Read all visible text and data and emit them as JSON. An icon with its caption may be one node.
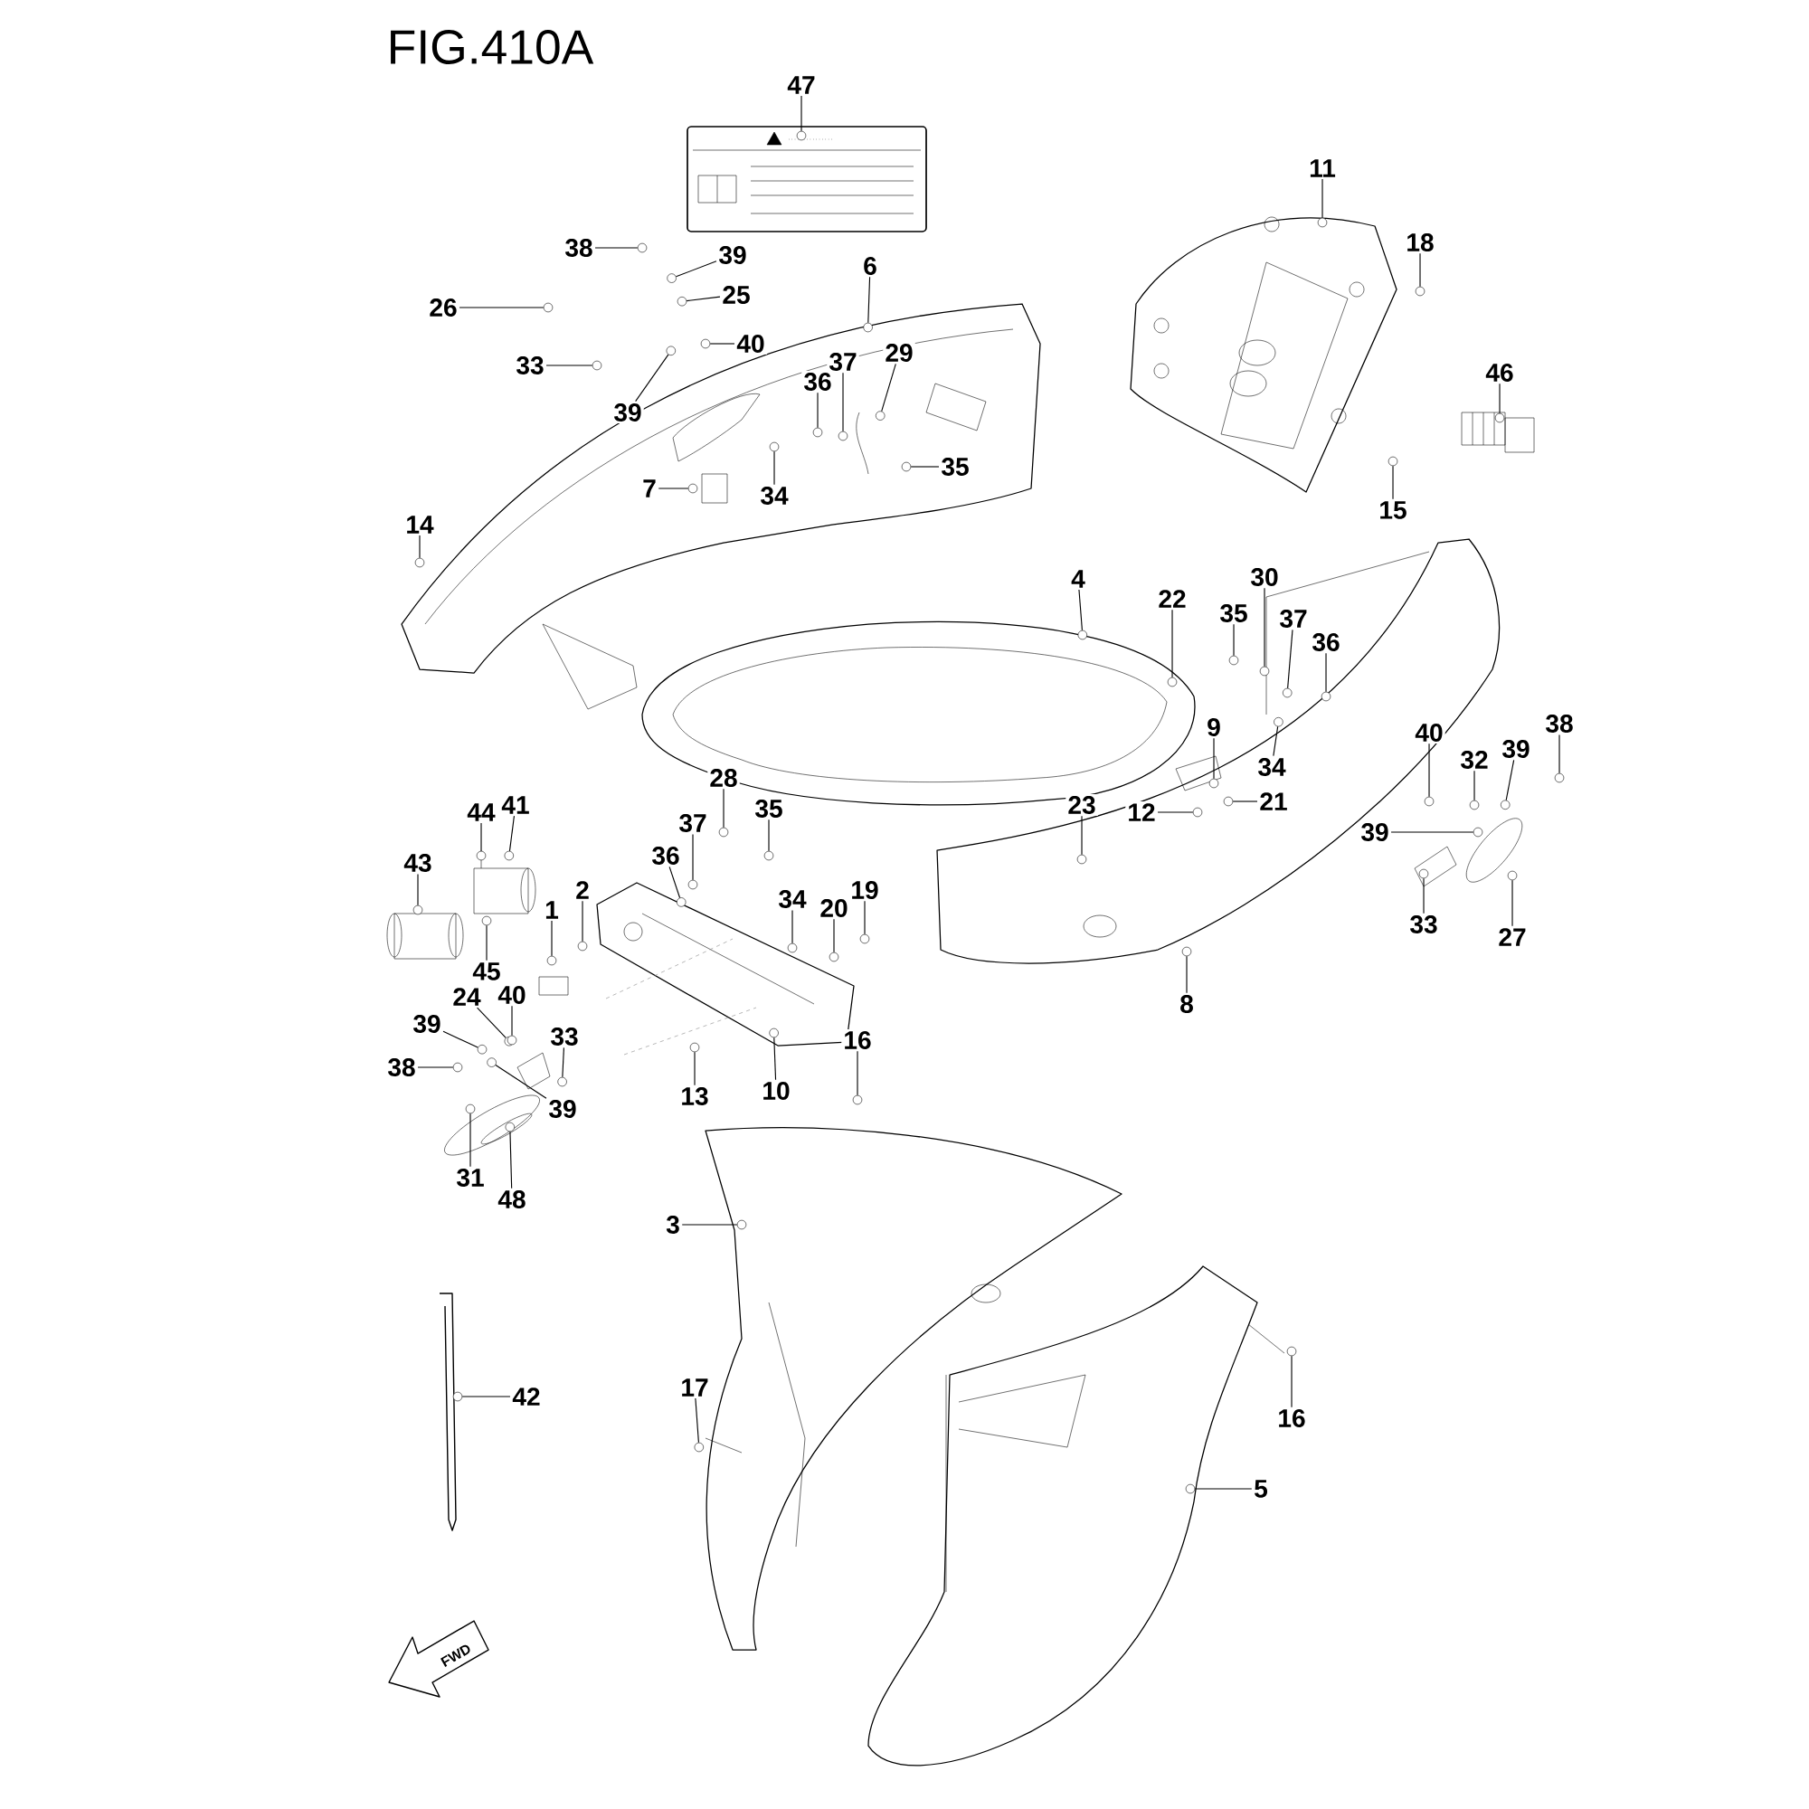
{
  "diagram": {
    "title": "FIG.410A",
    "nodes": [
      {
        "text": [
          "47"
        ]
      },
      {
        "text": [
          "38"
        ]
      },
      {
        "text": [
          "39"
        ]
      },
      {
        "text": [
          "26"
        ]
      },
      {
        "text": [
          "25"
        ]
      },
      {
        "text": [
          "40"
        ]
      },
      {
        "text": [
          "33"
        ]
      },
      {
        "text": [
          "39"
        ]
      },
      {
        "text": [
          "6"
        ]
      },
      {
        "text": [
          "36"
        ]
      },
      {
        "text": [
          "37"
        ]
      },
      {
        "text": [
          "29"
        ]
      },
      {
        "text": [
          "35"
        ]
      },
      {
        "text": [
          "34"
        ]
      },
      {
        "text": [
          "7"
        ]
      },
      {
        "text": [
          "14"
        ]
      },
      {
        "text": [
          "11"
        ]
      },
      {
        "text": [
          "18"
        ]
      },
      {
        "text": [
          "46"
        ]
      },
      {
        "text": [
          "15"
        ]
      },
      {
        "text": [
          "4"
        ]
      },
      {
        "text": [
          "22"
        ]
      },
      {
        "text": [
          "30"
        ]
      },
      {
        "text": [
          "35"
        ]
      },
      {
        "text": [
          "37"
        ]
      },
      {
        "text": [
          "36"
        ]
      },
      {
        "text": [
          "34"
        ]
      },
      {
        "text": [
          "9"
        ]
      },
      {
        "text": [
          "12"
        ]
      },
      {
        "text": [
          "21"
        ]
      },
      {
        "text": [
          "23"
        ]
      },
      {
        "text": [
          "40"
        ]
      },
      {
        "text": [
          "32"
        ]
      },
      {
        "text": [
          "39"
        ]
      },
      {
        "text": [
          "38"
        ]
      },
      {
        "text": [
          "39"
        ]
      },
      {
        "text": [
          "33"
        ]
      },
      {
        "text": [
          "27"
        ]
      },
      {
        "text": [
          "8"
        ]
      },
      {
        "text": [
          "44"
        ]
      },
      {
        "text": [
          "41"
        ]
      },
      {
        "text": [
          "43"
        ]
      },
      {
        "text": [
          "1"
        ]
      },
      {
        "text": [
          "2"
        ]
      },
      {
        "text": [
          "28"
        ]
      },
      {
        "text": [
          "35"
        ]
      },
      {
        "text": [
          "37"
        ]
      },
      {
        "text": [
          "36"
        ]
      },
      {
        "text": [
          "34"
        ]
      },
      {
        "text": [
          "20"
        ]
      },
      {
        "text": [
          "19"
        ]
      },
      {
        "text": [
          "45"
        ]
      },
      {
        "text": [
          "24"
        ]
      },
      {
        "text": [
          "40"
        ]
      },
      {
        "text": [
          "39"
        ]
      },
      {
        "text": [
          "38"
        ]
      },
      {
        "text": [
          "33"
        ]
      },
      {
        "text": [
          "39"
        ]
      },
      {
        "text": [
          "13"
        ]
      },
      {
        "text": [
          "10"
        ]
      },
      {
        "text": [
          "16"
        ]
      },
      {
        "text": [
          "31"
        ]
      },
      {
        "text": [
          "48"
        ]
      },
      {
        "text": [
          "3"
        ]
      },
      {
        "text": [
          "42"
        ]
      },
      {
        "text": [
          "17"
        ]
      },
      {
        "text": [
          "16"
        ]
      },
      {
        "text": [
          "5"
        ]
      },
      {
        "text": [],
        "shape": "circle"
      },
      {
        "text": [],
        "shape": "circle"
      },
      {
        "text": [],
        "shape": "circle"
      },
      {
        "text": [],
        "shape": "circle"
      },
      {
        "text": [],
        "shape": "circle"
      },
      {
        "text": [],
        "shape": "circle"
      },
      {
        "text": [],
        "shape": "circle"
      },
      {
        "text": [],
        "shape": "circle"
      },
      {
        "text": [],
        "shape": "circle"
      },
      {
        "text": [],
        "shape": "circle"
      },
      {
        "text": [],
        "shape": "circle"
      },
      {
        "text": [],
        "shape": "circle"
      },
      {
        "text": [],
        "shape": "circle"
      },
      {
        "text": [],
        "shape": "circle"
      },
      {
        "text": [],
        "shape": "circle"
      },
      {
        "text": [],
        "shape": "circle"
      },
      {
        "text": [],
        "shape": "circle"
      },
      {
        "text": [],
        "shape": "circle"
      },
      {
        "text": [],
        "shape": "circle"
      },
      {
        "text": [],
        "shape": "circle"
      },
      {
        "text": [],
        "shape": "circle"
      },
      {
        "text": [],
        "shape": "circle"
      },
      {
        "text": [],
        "shape": "circle"
      },
      {
        "text": [],
        "shape": "circle"
      },
      {
        "text": [],
        "shape": "circle"
      },
      {
        "text": [],
        "shape": "circle"
      },
      {
        "text": [],
        "shape": "circle"
      },
      {
        "text": [],
        "shape": "circle"
      },
      {
        "text": [],
        "shape": "circle"
      },
      {
        "text": [],
        "shape": "circle"
      },
      {
        "text": [],
        "shape": "circle"
      },
      {
        "text": [],
        "shape": "circle"
      },
      {
        "text": [],
        "shape": "circle"
      },
      {
        "text": [],
        "shape": "circle"
      },
      {
        "text": [],
        "shape": "circle"
      },
      {
        "text": [],
        "shape": "circle"
      },
      {
        "text": [],
        "shape": "circle"
      },
      {
        "text": [],
        "shape": "circle"
      },
      {
        "text": [],
        "shape": "circle"
      },
      {
        "text": [],
        "shape": "circle"
      },
      {
        "text": [],
        "shape": "circle"
      },
      {
        "text": [],
        "shape": "circle"
      },
      {
        "text": [],
        "shape": "circle"
      },
      {
        "text": [],
        "shape": "circle"
      },
      {
        "text": [],
        "shape": "circle"
      },
      {
        "text": [],
        "shape": "circle"
      },
      {
        "text": [],
        "shape": "circle"
      },
      {
        "text": [],
        "shape": "circle"
      },
      {
        "text": [],
        "shape": "circle"
      },
      {
        "text": [],
        "shape": "circle"
      },
      {
        "text": [],
        "shape": "circle"
      },
      {
        "text": [],
        "shape": "circle"
      },
      {
        "text": [],
        "shape": "circle"
      },
      {
        "text": [],
        "shape": "circle"
      },
      {
        "text": [],
        "shape": "circle"
      },
      {
        "text": [],
        "shape": "circle"
      },
      {
        "text": [],
        "shape": "circle"
      },
      {
        "text": [],
        "shape": "circle"
      },
      {
        "text": [],
        "shape": "circle"
      },
      {
        "text": [],
        "shape": "circle"
      },
      {
        "text": [],
        "shape": "circle"
      },
      {
        "text": [],
        "shape": "circle"
      },
      {
        "text": [],
        "shape": "circle"
      },
      {
        "text": [],
        "shape": "circle"
      },
      {
        "text": [],
        "shape": "circle"
      },
      {
        "text": [],
        "shape": "circle"
      },
      {
        "text": [],
        "shape": "circle"
      },
      {
        "text": [],
        "shape": "circle"
      }
    ],
    "edges": [
      {
        "from": 0,
        "to": 68,
        "arrow": "none"
      },
      {
        "from": 1,
        "to": 69,
        "arrow": "none"
      },
      {
        "from": 2,
        "to": 70,
        "arrow": "none"
      },
      {
        "from": 3,
        "to": 71,
        "arrow": "none"
      },
      {
        "from": 4,
        "to": 72,
        "arrow": "none"
      },
      {
        "from": 5,
        "to": 73,
        "arrow": "none"
      },
      {
        "from": 6,
        "to": 74,
        "arrow": "none"
      },
      {
        "from": 7,
        "to": 75,
        "arrow": "none"
      },
      {
        "from": 8,
        "to": 76,
        "arrow": "none"
      },
      {
        "from": 9,
        "to": 77,
        "arrow": "none"
      },
      {
        "from": 10,
        "to": 78,
        "arrow": "none"
      },
      {
        "from": 11,
        "to": 79,
        "arrow": "none"
      },
      {
        "from": 12,
        "to": 80,
        "arrow": "none"
      },
      {
        "from": 13,
        "to": 81,
        "arrow": "none"
      },
      {
        "from": 14,
        "to": 82,
        "arrow": "none"
      },
      {
        "from": 15,
        "to": 83,
        "arrow": "none"
      },
      {
        "from": 16,
        "to": 84,
        "arrow": "none"
      },
      {
        "from": 17,
        "to": 85,
        "arrow": "none"
      },
      {
        "from": 18,
        "to": 86,
        "arrow": "none"
      },
      {
        "from": 19,
        "to": 87,
        "arrow": "none"
      },
      {
        "from": 20,
        "to": 88,
        "arrow": "none"
      },
      {
        "from": 21,
        "to": 89,
        "arrow": "none"
      },
      {
        "from": 22,
        "to": 90,
        "arrow": "none"
      },
      {
        "from": 23,
        "to": 91,
        "arrow": "none"
      },
      {
        "from": 24,
        "to": 92,
        "arrow": "none"
      },
      {
        "from": 25,
        "to": 93,
        "arrow": "none"
      },
      {
        "from": 26,
        "to": 94,
        "arrow": "none"
      },
      {
        "from": 27,
        "to": 95,
        "arrow": "none"
      },
      {
        "from": 28,
        "to": 96,
        "arrow": "none"
      },
      {
        "from": 29,
        "to": 97,
        "arrow": "none"
      },
      {
        "from": 30,
        "to": 98,
        "arrow": "none"
      },
      {
        "from": 31,
        "to": 99,
        "arrow": "none"
      },
      {
        "from": 32,
        "to": 100,
        "arrow": "none"
      },
      {
        "from": 33,
        "to": 101,
        "arrow": "none"
      },
      {
        "from": 34,
        "to": 102,
        "arrow": "none"
      },
      {
        "from": 35,
        "to": 103,
        "arrow": "none"
      },
      {
        "from": 36,
        "to": 104,
        "arrow": "none"
      },
      {
        "from": 37,
        "to": 105,
        "arrow": "none"
      },
      {
        "from": 38,
        "to": 106,
        "arrow": "none"
      },
      {
        "from": 39,
        "to": 107,
        "arrow": "none"
      },
      {
        "from": 40,
        "to": 108,
        "arrow": "none"
      },
      {
        "from": 41,
        "to": 109,
        "arrow": "none"
      },
      {
        "from": 42,
        "to": 110,
        "arrow": "none"
      },
      {
        "from": 43,
        "to": 111,
        "arrow": "none"
      },
      {
        "from": 44,
        "to": 112,
        "arrow": "none"
      },
      {
        "from": 45,
        "to": 113,
        "arrow": "none"
      },
      {
        "from": 46,
        "to": 114,
        "arrow": "none"
      },
      {
        "from": 47,
        "to": 115,
        "arrow": "none"
      },
      {
        "from": 48,
        "to": 116,
        "arrow": "none"
      },
      {
        "from": 49,
        "to": 117,
        "arrow": "none"
      },
      {
        "from": 50,
        "to": 118,
        "arrow": "none"
      },
      {
        "from": 51,
        "to": 119,
        "arrow": "none"
      },
      {
        "from": 52,
        "to": 120,
        "arrow": "none"
      },
      {
        "from": 53,
        "to": 121,
        "arrow": "none"
      },
      {
        "from": 54,
        "to": 122,
        "arrow": "none"
      },
      {
        "from": 55,
        "to": 123,
        "arrow": "none"
      },
      {
        "from": 56,
        "to": 124,
        "arrow": "none"
      },
      {
        "from": 57,
        "to": 125,
        "arrow": "none"
      },
      {
        "from": 58,
        "to": 126,
        "arrow": "none"
      },
      {
        "from": 59,
        "to": 127,
        "arrow": "none"
      },
      {
        "from": 60,
        "to": 128,
        "arrow": "none"
      },
      {
        "from": 61,
        "to": 129,
        "arrow": "none"
      },
      {
        "from": 62,
        "to": 130,
        "arrow": "none"
      },
      {
        "from": 63,
        "to": 131,
        "arrow": "none"
      },
      {
        "from": 64,
        "to": 132,
        "arrow": "none"
      },
      {
        "from": 65,
        "to": 133,
        "arrow": "none"
      },
      {
        "from": 66,
        "to": 134,
        "arrow": "none"
      },
      {
        "from": 67,
        "to": 135,
        "arrow": "none"
      }
    ],
    "labels": [
      "FWD"
    ]
  }
}
